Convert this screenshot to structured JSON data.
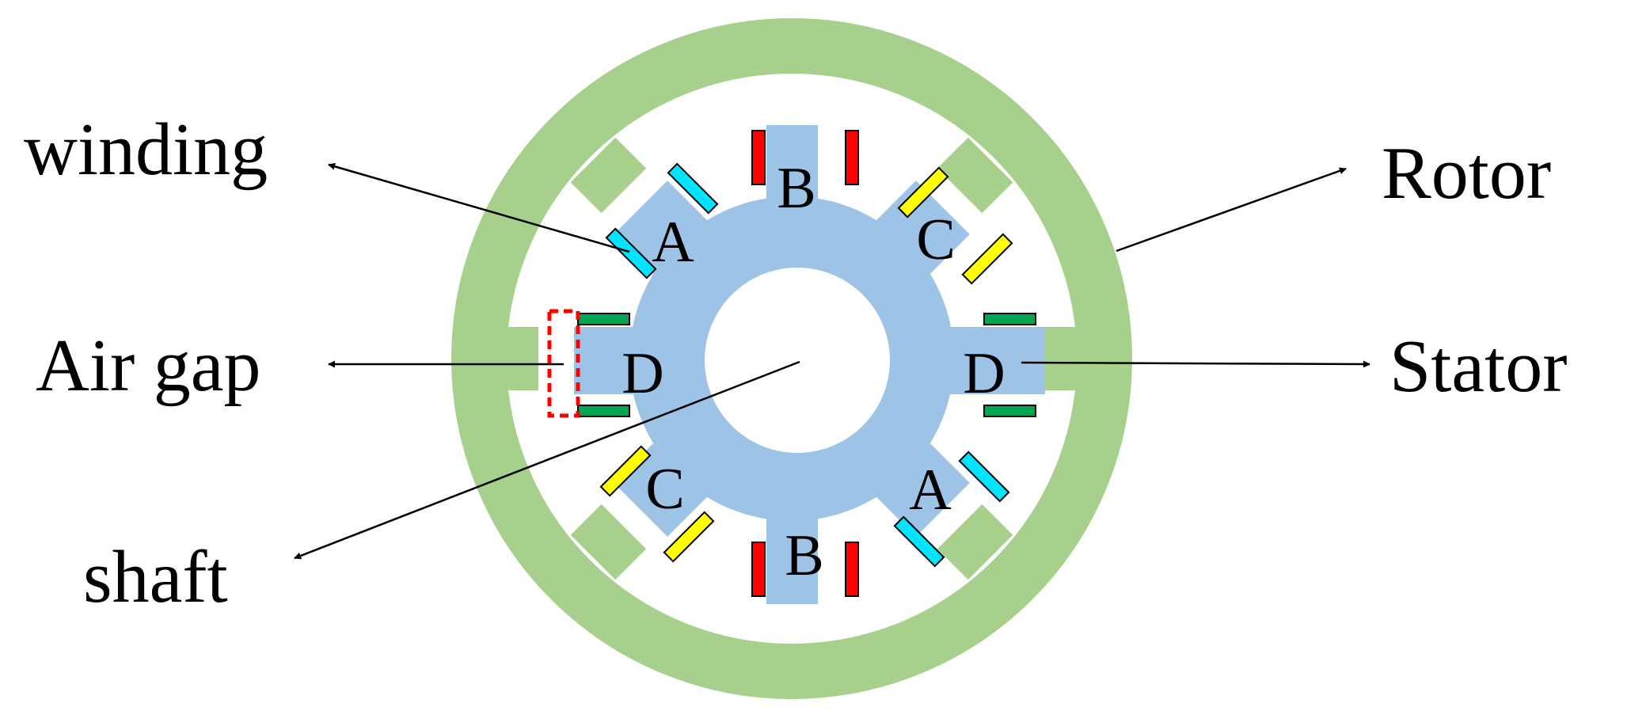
{
  "colors": {
    "rotor": "#a8d08d",
    "stator": "#9dc3e6",
    "background": "#ffffff",
    "winding_A": "#00e5ff",
    "winding_B": "#ff0000",
    "winding_C": "#ffff00",
    "winding_D": "#00a651",
    "air_gap_marker": "#ff0000",
    "line": "#000000"
  },
  "callouts": {
    "winding": "winding",
    "rotor": "Rotor",
    "air_gap": "Air gap",
    "stator": "Stator",
    "shaft": "shaft"
  },
  "phases": {
    "B_top": "B",
    "C_top_right": "C",
    "D_right": "D",
    "A_bottom_right": "A",
    "B_bottom": "B",
    "C_bottom_left": "C",
    "D_left": "D",
    "A_top_left": "A"
  }
}
